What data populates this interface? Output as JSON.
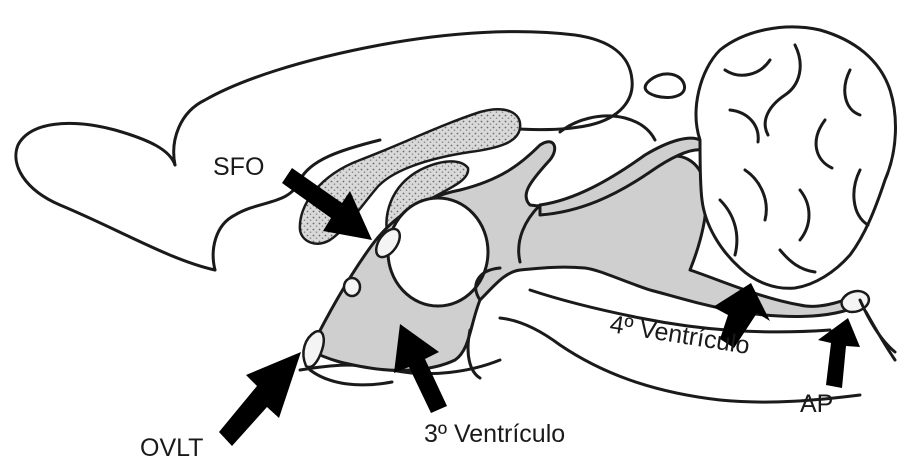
{
  "labels": {
    "sfo": "SFO",
    "ovlt": "OVLT",
    "third_ventricle": "3º Ventrículo",
    "fourth_ventricle": "4º Ventrículo",
    "ap": "AP"
  }
}
